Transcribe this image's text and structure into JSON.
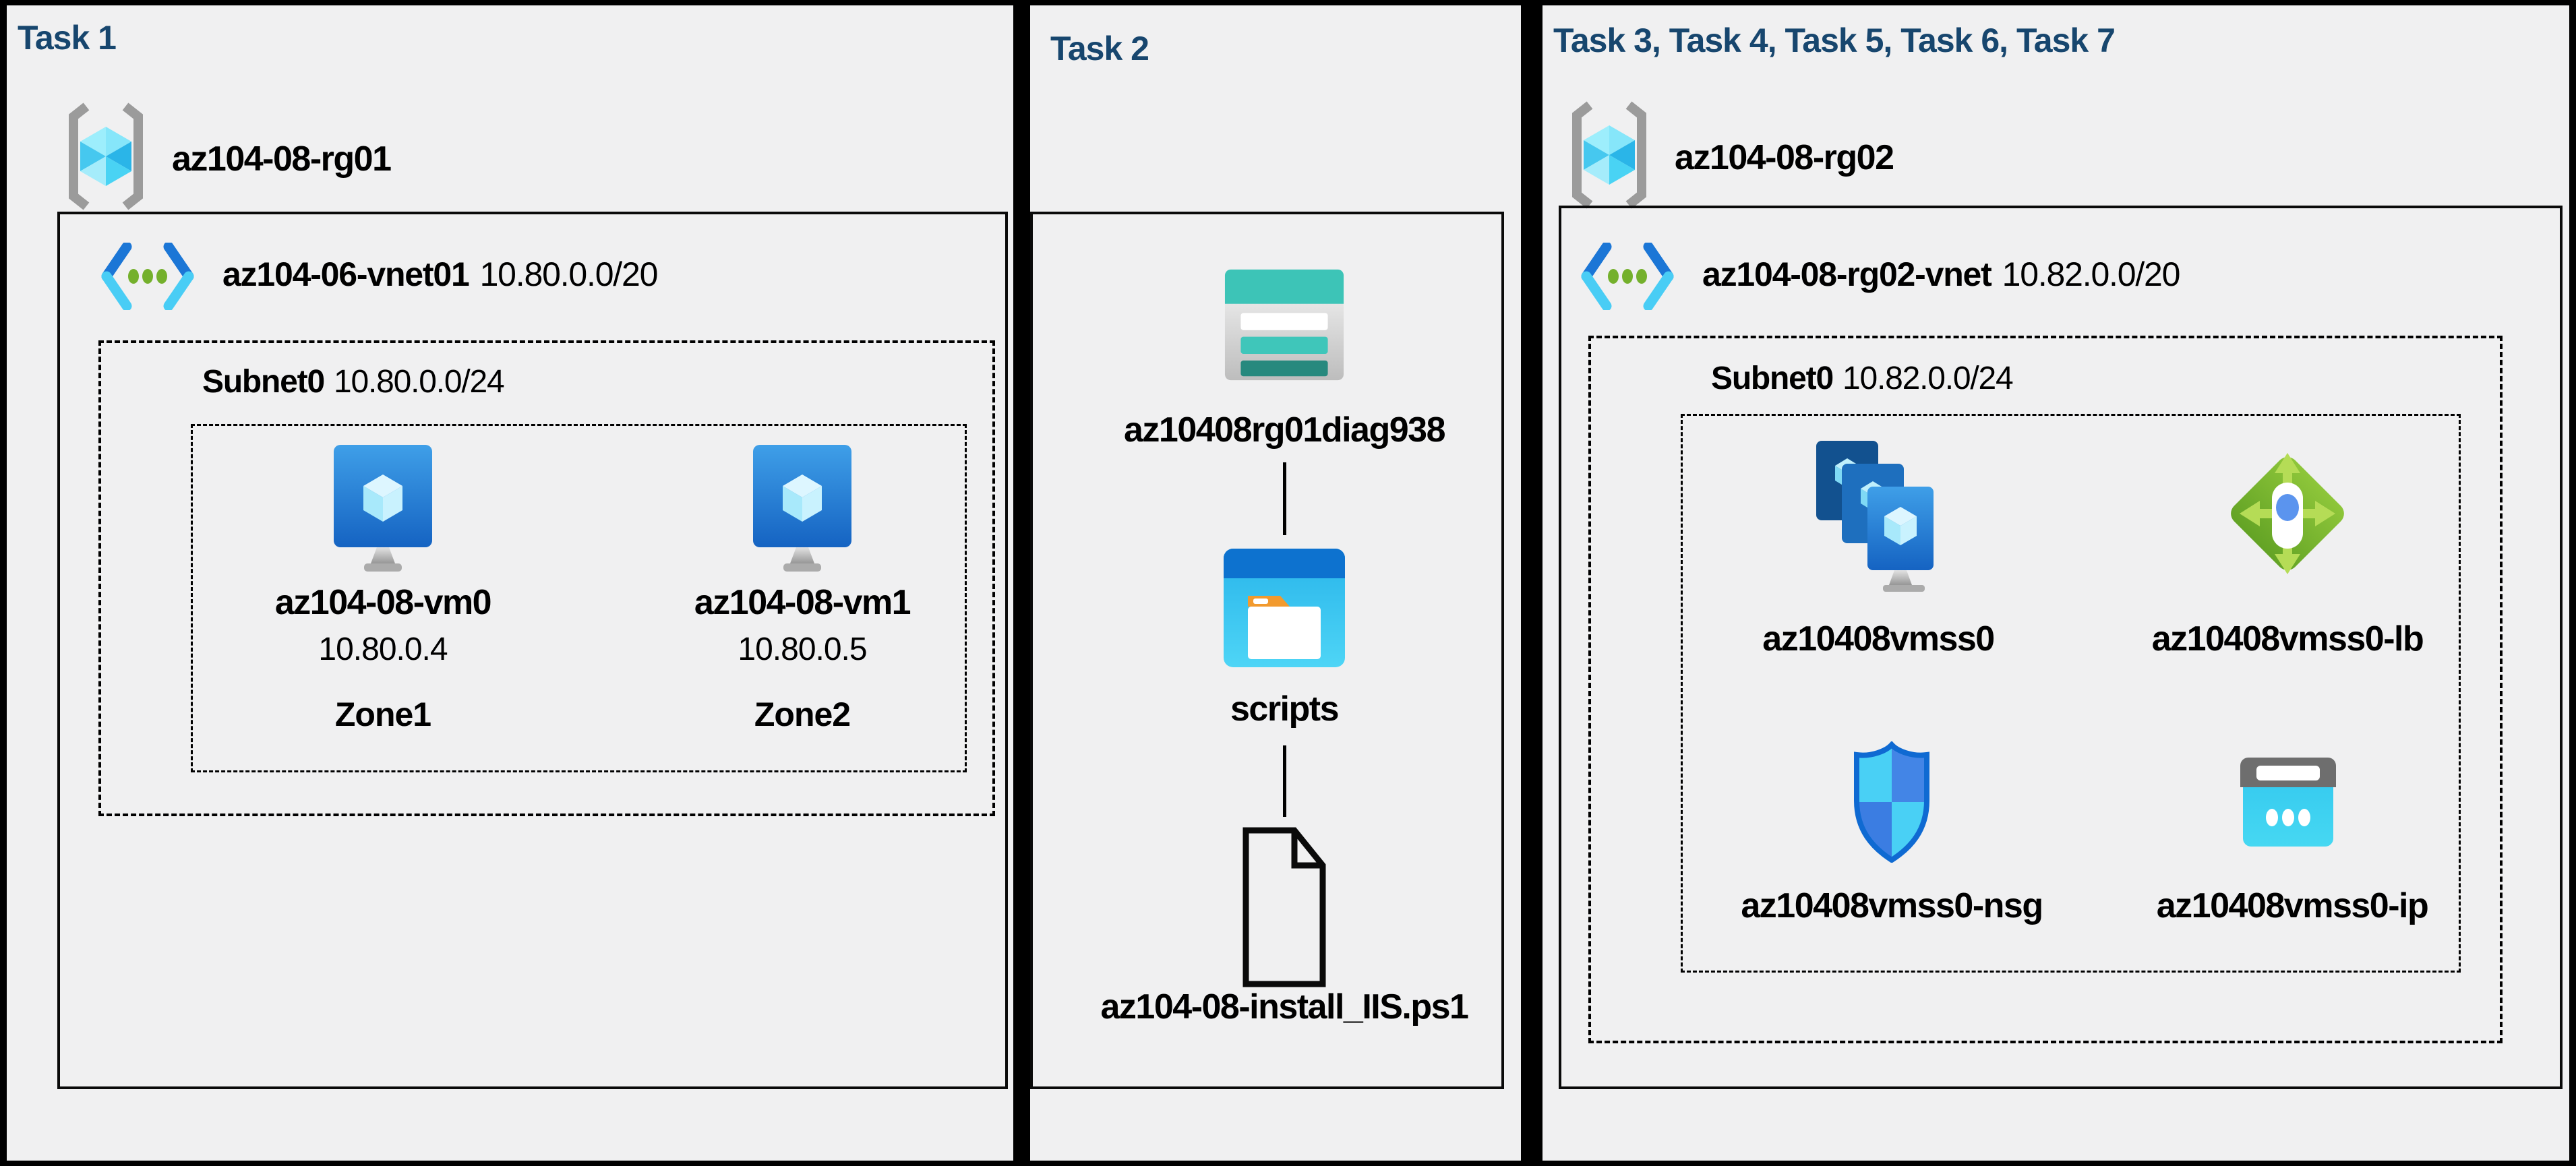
{
  "colors": {
    "background": "#000000",
    "panel_bg": "#f0f0f1",
    "title_text": "#17466e",
    "label_text": "#000000",
    "vnet_blue": "#1b76d6",
    "vnet_cyan": "#49cdf5",
    "lb_green": "#76b82a",
    "storage_teal": "#3dc4b7"
  },
  "panels": [
    {
      "title": "Task 1",
      "resource_group": {
        "name": "az104-08-rg01",
        "icon": "resource-group-icon"
      },
      "vnet": {
        "name": "az104-06-vnet01",
        "cidr": "10.80.0.0/20",
        "icon": "virtual-network-icon"
      },
      "subnet": {
        "name": "Subnet0",
        "cidr": "10.80.0.0/24"
      },
      "vms": [
        {
          "name": "az104-08-vm0",
          "ip": "10.80.0.4",
          "zone": "Zone1",
          "icon": "virtual-machine-icon"
        },
        {
          "name": "az104-08-vm1",
          "ip": "10.80.0.5",
          "zone": "Zone2",
          "icon": "virtual-machine-icon"
        }
      ]
    },
    {
      "title": "Task 2",
      "chain": [
        {
          "name": "az10408rg01diag938",
          "icon": "storage-account-icon"
        },
        {
          "name": "scripts",
          "icon": "blob-container-icon"
        },
        {
          "name": "az104-08-install_IIS.ps1",
          "icon": "file-icon"
        }
      ]
    },
    {
      "title": "Task 3, Task 4, Task 5, Task 6, Task 7",
      "resource_group": {
        "name": "az104-08-rg02",
        "icon": "resource-group-icon"
      },
      "vnet": {
        "name": "az104-08-rg02-vnet",
        "cidr": "10.82.0.0/20",
        "icon": "virtual-network-icon"
      },
      "subnet": {
        "name": "Subnet0",
        "cidr": "10.82.0.0/24"
      },
      "resources": [
        {
          "name": "az10408vmss0",
          "icon": "vm-scale-set-icon"
        },
        {
          "name": "az10408vmss0-lb",
          "icon": "load-balancer-icon"
        },
        {
          "name": "az10408vmss0-nsg",
          "icon": "network-security-group-icon"
        },
        {
          "name": "az10408vmss0-ip",
          "icon": "public-ip-icon"
        }
      ]
    }
  ]
}
